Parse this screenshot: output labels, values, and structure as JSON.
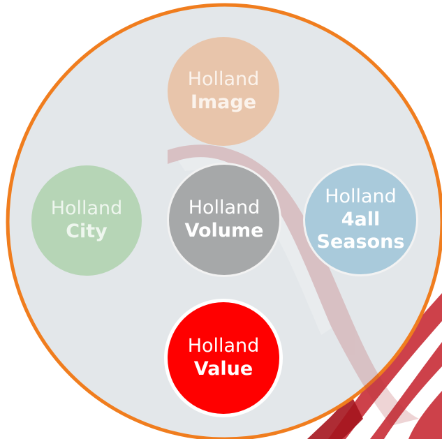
{
  "colors": {
    "ring": "#f07d1e",
    "disc": "#e3e7ea",
    "image": "#e8c5ab",
    "city": "#b6d5b6",
    "volume": "#a6a8a9",
    "seasons": "#a9cadb",
    "value": "#ff0000"
  },
  "background_decoration": "faded red-and-white striped swirl graphic",
  "bubbles": {
    "image": {
      "line1": "Holland",
      "line2": "Image"
    },
    "city": {
      "line1": "Holland",
      "line2": "City"
    },
    "volume": {
      "line1": "Holland",
      "line2": "Volume"
    },
    "seasons": {
      "line1": "Holland",
      "line2": "4all",
      "line3": "Seasons"
    },
    "value": {
      "line1": "Holland",
      "line2": "Value"
    }
  }
}
